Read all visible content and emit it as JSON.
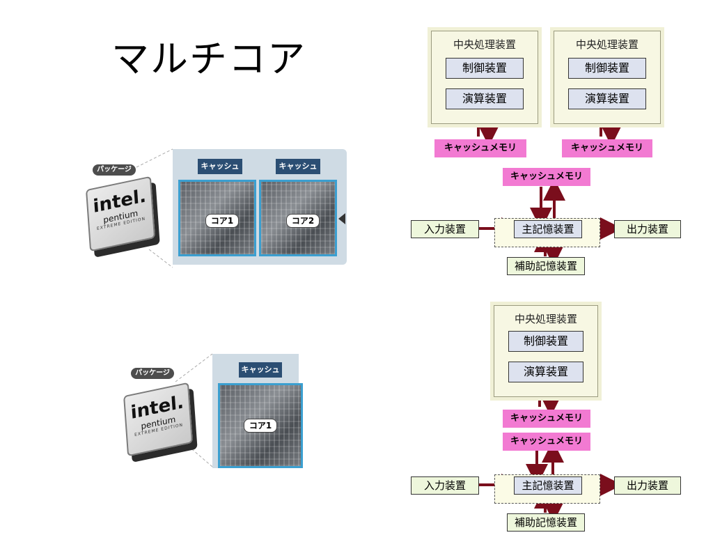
{
  "title": "マルチコア",
  "dual_diagram": {
    "cpus": [
      {
        "label": "中央処理装置",
        "control": "制御装置",
        "arithmetic": "演算装置",
        "cache": "キャッシュメモリ"
      },
      {
        "label": "中央処理装置",
        "control": "制御装置",
        "arithmetic": "演算装置",
        "cache": "キャッシュメモリ"
      }
    ],
    "shared_cache": "キャッシュメモリ",
    "input": "入力装置",
    "main_memory": "主記憶装置",
    "output": "出力装置",
    "aux_memory": "補助記憶装置"
  },
  "single_diagram": {
    "cpu": {
      "label": "中央処理装置",
      "control": "制御装置",
      "arithmetic": "演算装置",
      "cache": "キャッシュメモリ"
    },
    "shared_cache": "キャッシュメモリ",
    "input": "入力装置",
    "main_memory": "主記憶装置",
    "output": "出力装置",
    "aux_memory": "補助記憶装置"
  },
  "dual_photo": {
    "package_label": "パッケージ",
    "cache_labels": [
      "キャッシュ",
      "キャッシュ"
    ],
    "core_labels": [
      "コア1",
      "コア2"
    ],
    "chip": {
      "brand": "intel.",
      "model": "pentium",
      "edition": "EXTREME EDITION"
    }
  },
  "single_photo": {
    "package_label": "パッケージ",
    "cache_label": "キャッシュ",
    "core_label": "コア1",
    "chip": {
      "brand": "intel.",
      "model": "pentium",
      "edition": "EXTREME EDITION"
    }
  },
  "colors": {
    "arrow": "#7a0e1c",
    "cache_pink": "#f27ad2",
    "die_frame": "#3b9fd0",
    "cache_tag_bg": "#2b4e73"
  }
}
